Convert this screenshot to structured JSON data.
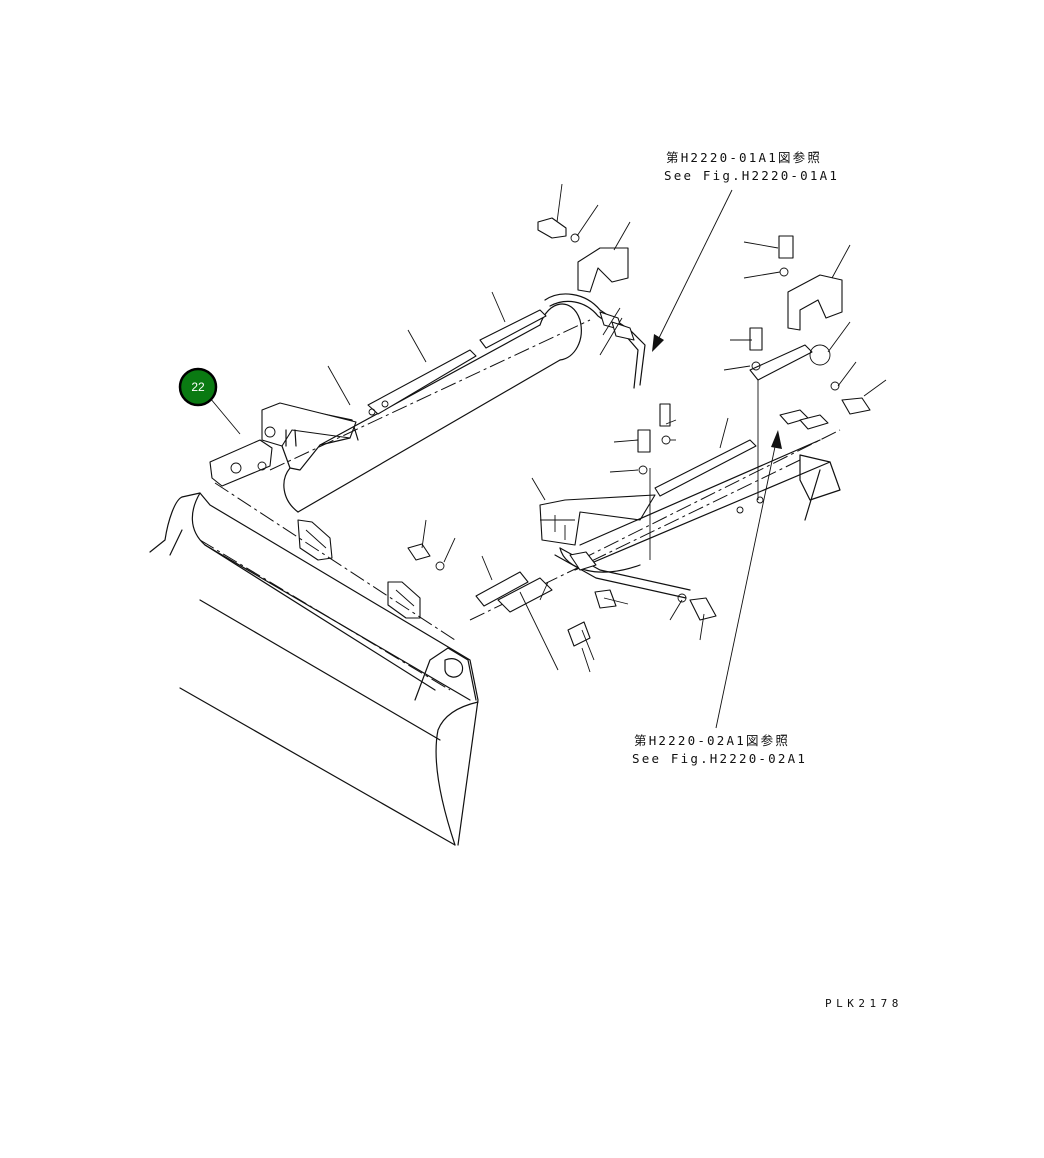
{
  "references": [
    {
      "jp": "第H2220-01A1図参照",
      "en": "See Fig.H2220-01A1"
    },
    {
      "jp": "第H2220-02A1図参照",
      "en": "See Fig.H2220-02A1"
    }
  ],
  "callouts": [
    {
      "number": "22",
      "color": "#0a7a12",
      "border": "#000000"
    }
  ],
  "drawing_code": "PLK2178"
}
